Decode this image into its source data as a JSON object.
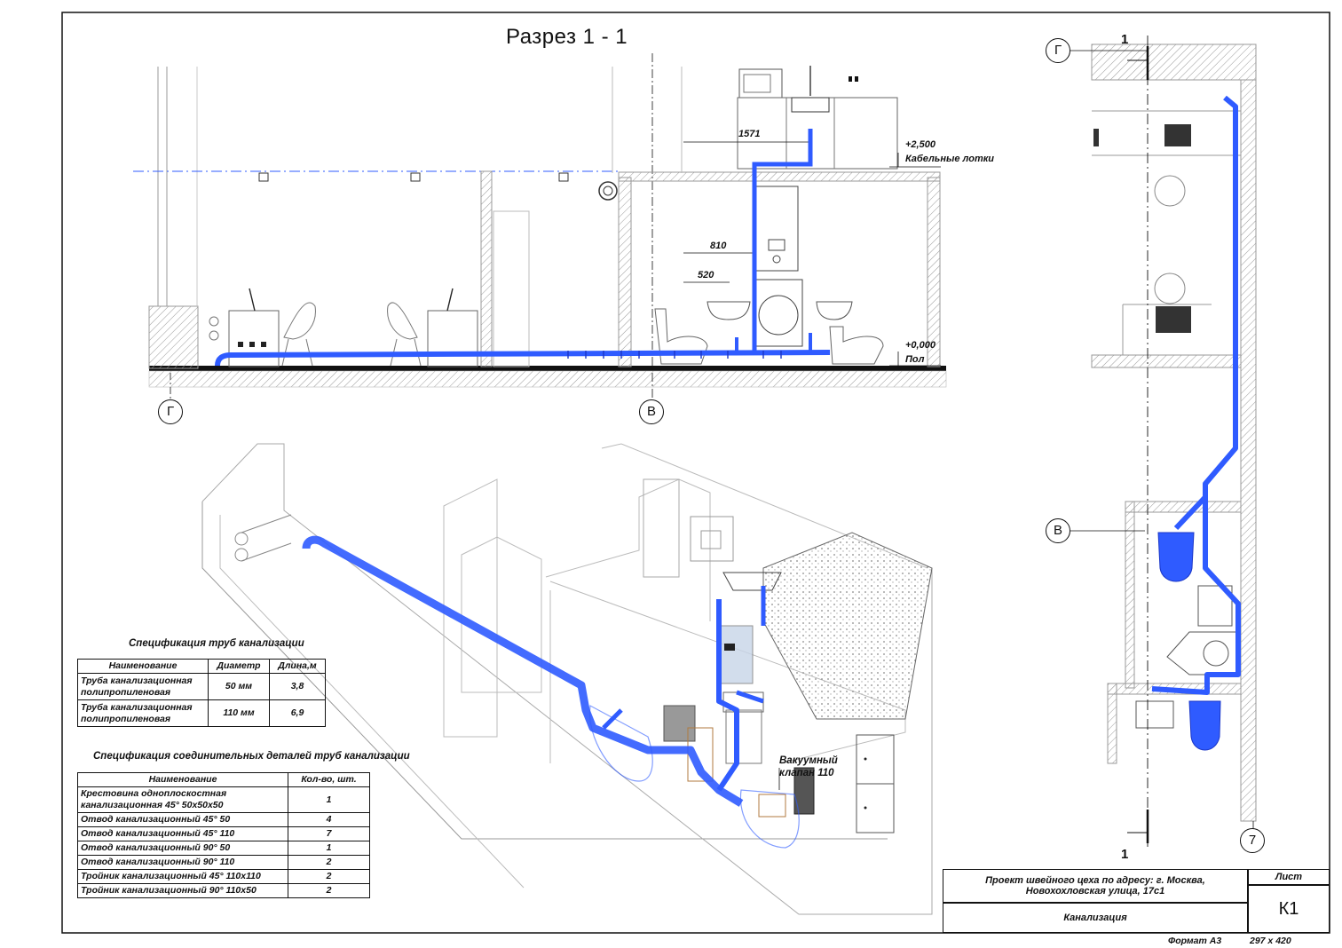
{
  "section": {
    "title": "Разрез 1 - 1",
    "dims": {
      "d1": "1571",
      "d2": "810",
      "d3": "520"
    },
    "levels": {
      "top_value": "+2,500",
      "top_label": "Кабельные лотки",
      "floor_value": "+0,000",
      "floor_label": "Пол"
    },
    "axes": {
      "g": "Г",
      "v": "В"
    }
  },
  "plan": {
    "cut_mark": "1",
    "cut_mark_bottom": "1",
    "axes": {
      "g": "Г",
      "v": "В",
      "n7": "7"
    }
  },
  "iso": {
    "valve_label": "Вакуумный клапан 110"
  },
  "pipe_spec": {
    "title": "Спецификация труб канализации",
    "headers": [
      "Наименование",
      "Диаметр",
      "Длина,м"
    ],
    "rows": [
      [
        "Труба канализационная полипропиленовая",
        "50 мм",
        "3,8"
      ],
      [
        "Труба канализационная полипропиленовая",
        "110 мм",
        "6,9"
      ]
    ]
  },
  "fitting_spec": {
    "title": "Спецификация соединительных деталей труб канализации",
    "headers": [
      "Наименование",
      "Кол-во, шт."
    ],
    "rows": [
      [
        "Крестовина одноплоскостная канализационная 45° 50х50х50",
        "1"
      ],
      [
        "Отвод канализационный 45° 50",
        "4"
      ],
      [
        "Отвод канализационный 45° 110",
        "7"
      ],
      [
        "Отвод канализационный 90° 50",
        "1"
      ],
      [
        "Отвод канализационный 90° 110",
        "2"
      ],
      [
        "Тройник канализационный 45° 110х110",
        "2"
      ],
      [
        "Тройник канализационный 90° 110х50",
        "2"
      ]
    ]
  },
  "stamp": {
    "project": "Проект швейного цеха по адресу: г. Москва, Новохохловская улица, 17с1",
    "sheet_label": "Лист",
    "sheet_code": "К1",
    "section_name": "Канализация",
    "format_label": "Формат А3",
    "format_size": "297 х 420"
  },
  "colors": {
    "pipe": "#2f5bff",
    "pipe_light": "#8fa8ff",
    "line": "#111111",
    "wall_hatch": "#bdbdbd"
  }
}
